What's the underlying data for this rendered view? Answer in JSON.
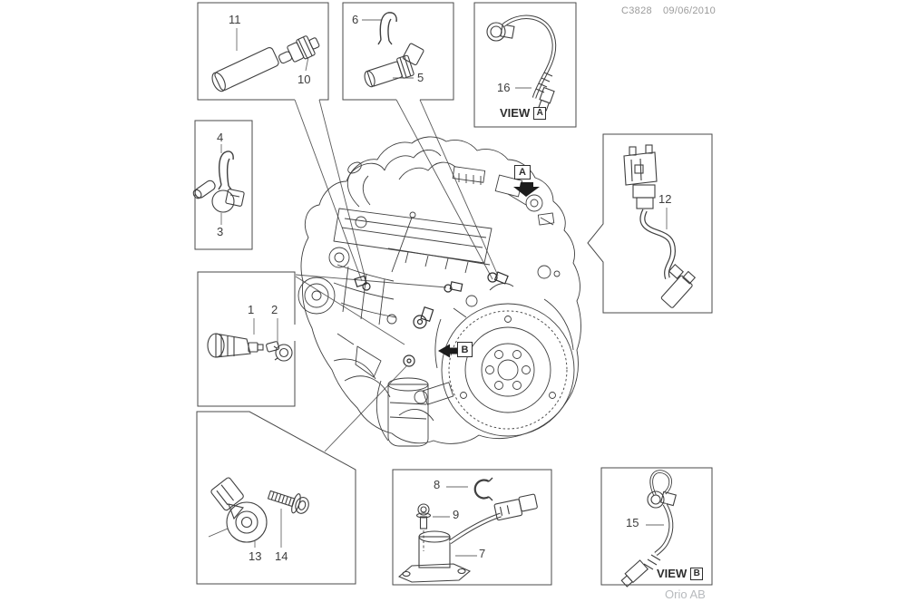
{
  "header": {
    "code": "C3828",
    "date": "09/06/2010"
  },
  "footer": {
    "brand": "Orio AB"
  },
  "view_a": {
    "label": "VIEW",
    "letter": "A"
  },
  "view_b": {
    "label": "VIEW",
    "letter": "B"
  },
  "arrow_a": {
    "letter": "A"
  },
  "arrow_b": {
    "letter": "B"
  },
  "part_labels": {
    "p1": "1",
    "p2": "2",
    "p3": "3",
    "p4": "4",
    "p5": "5",
    "p6": "6",
    "p7": "7",
    "p8": "8",
    "p9": "9",
    "p10": "10",
    "p11": "11",
    "p12": "12",
    "p13": "13",
    "p14": "14",
    "p15": "15",
    "p16": "16"
  }
}
